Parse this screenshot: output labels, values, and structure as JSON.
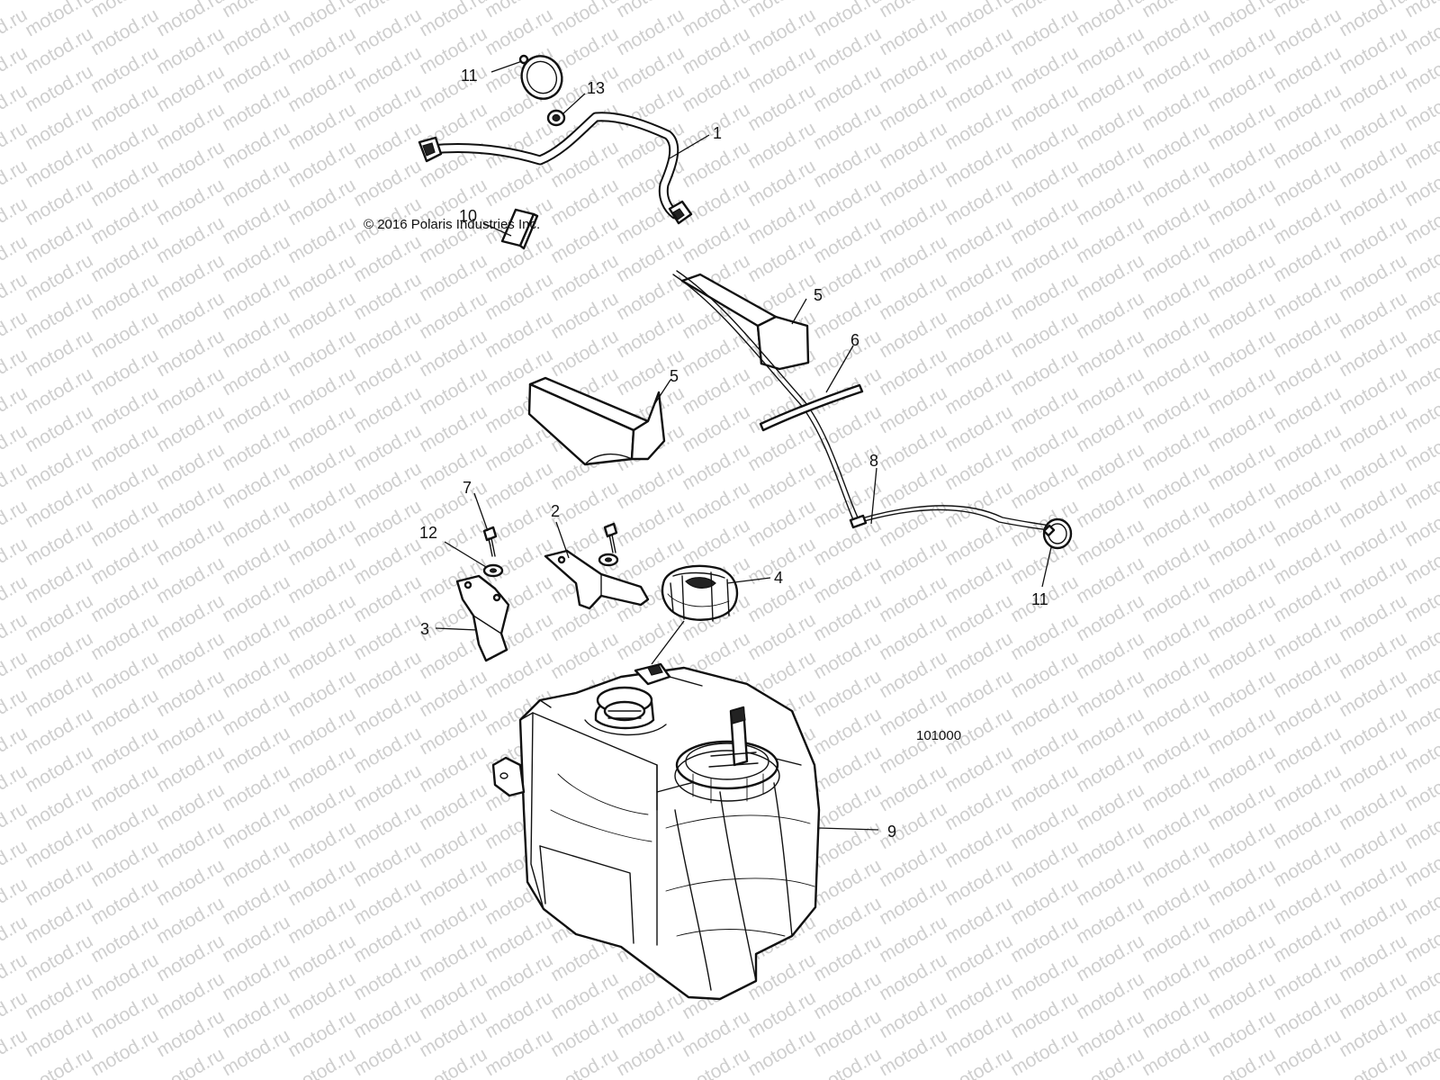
{
  "watermark": "motod.ru",
  "copyright": "© 2016 Polaris Industries Inc.",
  "figure_number": "101000",
  "callouts": {
    "c1": "1",
    "c2": "2",
    "c3": "3",
    "c4": "4",
    "c5a": "5",
    "c5b": "5",
    "c6": "6",
    "c7": "7",
    "c8": "8",
    "c9": "9",
    "c10": "10",
    "c11a": "11",
    "c11b": "11",
    "c12": "12",
    "c13": "13"
  }
}
